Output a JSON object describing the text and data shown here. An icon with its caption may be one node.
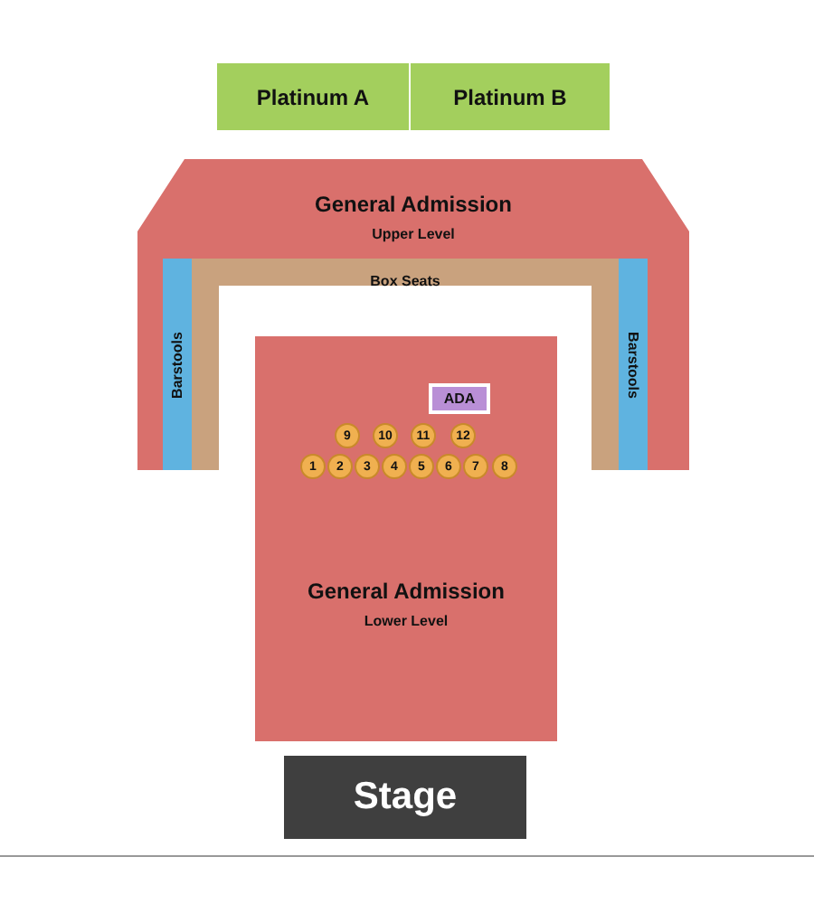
{
  "diagram": {
    "nodes": [
      {
        "text": [
          "Platinum A"
        ]
      },
      {
        "text": [
          "Platinum B"
        ]
      },
      {
        "text": [
          "General Admission",
          "Upper Level"
        ]
      },
      {
        "text": [
          "Box Seats"
        ]
      },
      {
        "text": [
          "Barstools"
        ]
      },
      {
        "text": [
          "Barstools"
        ]
      },
      {
        "text": [
          "General Admission",
          "Lower Level"
        ]
      },
      {
        "text": [
          "ADA"
        ],
        "in": 6
      },
      {
        "text": [
          "9"
        ],
        "in": 6
      },
      {
        "text": [
          "10"
        ],
        "in": 6
      },
      {
        "text": [
          "11"
        ],
        "in": 6
      },
      {
        "text": [
          "12"
        ],
        "in": 6
      },
      {
        "text": [
          "1"
        ],
        "in": 6
      },
      {
        "text": [
          "2"
        ],
        "in": 6
      },
      {
        "text": [
          "3"
        ],
        "in": 6
      },
      {
        "text": [
          "4"
        ],
        "in": 6
      },
      {
        "text": [
          "5"
        ],
        "in": 6
      },
      {
        "text": [
          "6"
        ],
        "in": 6
      },
      {
        "text": [
          "7"
        ],
        "in": 6
      },
      {
        "text": [
          "8"
        ],
        "in": 6
      },
      {
        "text": [
          "Stage"
        ]
      }
    ]
  }
}
